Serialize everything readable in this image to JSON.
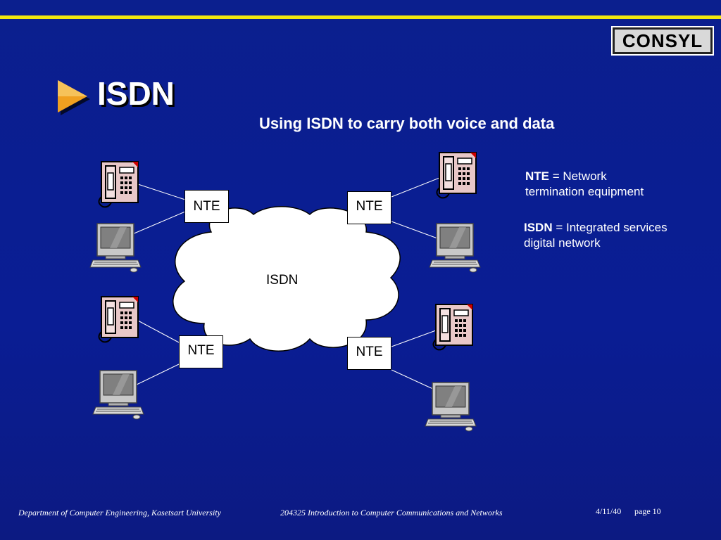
{
  "logo": {
    "text": "CONSYL"
  },
  "title": "ISDN",
  "subtitle": "Using ISDN to carry both voice and data",
  "diagram": {
    "cloud_label": "ISDN",
    "nte_boxes": [
      "NTE",
      "NTE",
      "NTE",
      "NTE"
    ]
  },
  "legend": [
    {
      "term": "NTE",
      "definition_line1": " = Network",
      "definition_line2": "termination equipment"
    },
    {
      "term": "ISDN",
      "definition_line1": " = Integrated services",
      "definition_line2": "digital network"
    }
  ],
  "footer": {
    "department": "Department of Computer Engineering, Kasetsart University",
    "course": "204325 Introduction to Computer Communications and Networks",
    "date": "4/11/40",
    "page": "page 10"
  },
  "colors": {
    "background": "#0b1f8e",
    "accent_line": "#f2e70d",
    "arrow": "#f0a020"
  }
}
